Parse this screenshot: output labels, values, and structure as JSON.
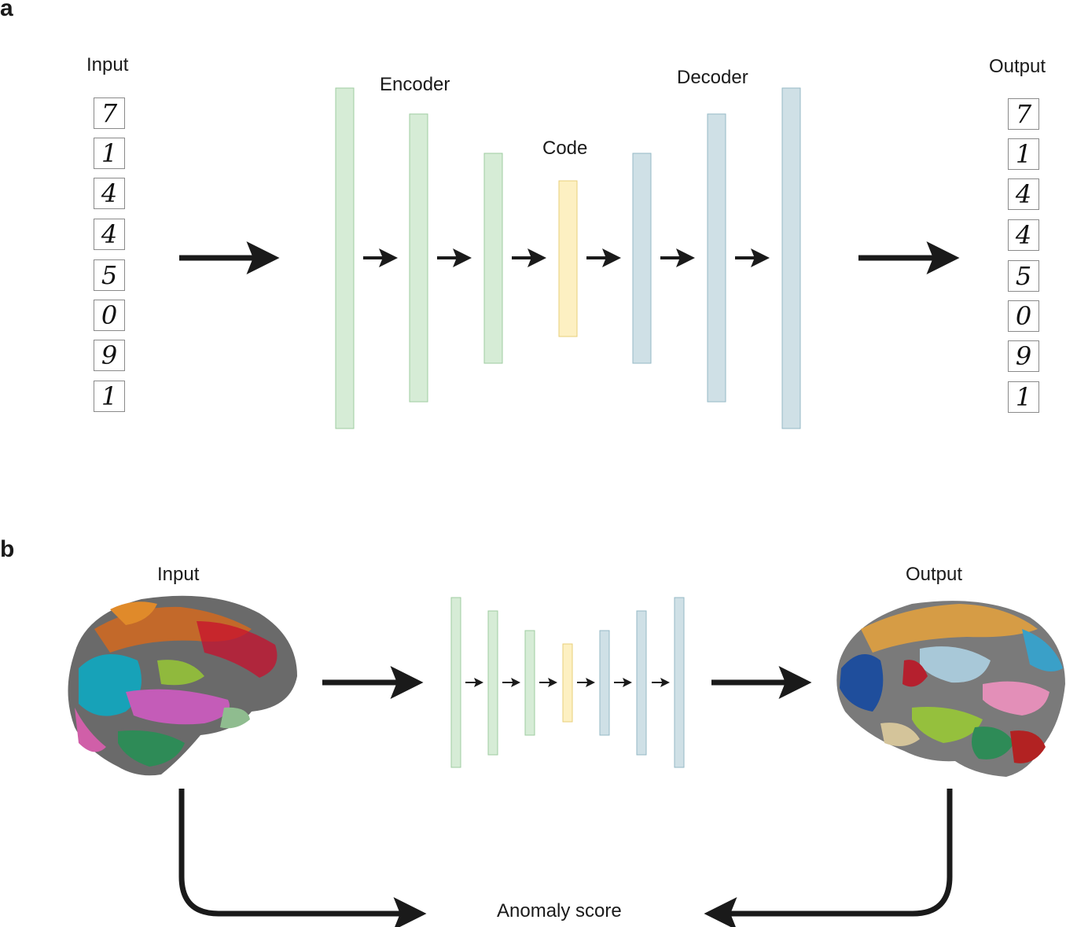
{
  "panel_a": {
    "letter": "a",
    "input_label": "Input",
    "output_label": "Output",
    "encoder_label": "Encoder",
    "decoder_label": "Decoder",
    "code_label": "Code",
    "input_digits": [
      "7",
      "1",
      "4",
      "4",
      "5",
      "0",
      "9",
      "1"
    ],
    "output_digits": [
      "7",
      "1",
      "4",
      "4",
      "5",
      "0",
      "9",
      "1"
    ]
  },
  "panel_b": {
    "letter": "b",
    "input_label": "Input",
    "output_label": "Output",
    "score_label": "Anomaly score"
  },
  "colors": {
    "encoder": "#d6ecd6",
    "encoder_border": "#9fcca0",
    "code": "#fdf0c2",
    "code_border": "#e8cf7a",
    "decoder": "#cfe0e6",
    "decoder_border": "#94b9c6",
    "arrow": "#1a1a1a"
  }
}
